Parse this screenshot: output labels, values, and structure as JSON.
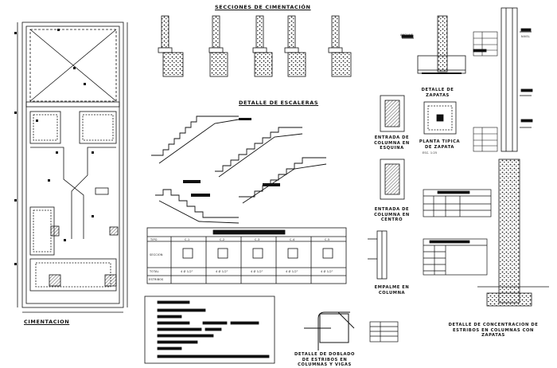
{
  "titles": {
    "secciones": "SECCIONES DE CIMENTACIÓN",
    "escaleras": "DETALLE DE ESCALERAS",
    "zapatas": "DETALLE DE ZAPATAS",
    "planta_tipica": "PLANTA TIPICA DE ZAPATA",
    "columna_esquina": "ENTRADA DE COLUMNA EN ESQUINA",
    "columna_centro": "ENTRADA DE COLUMNA EN CENTRO",
    "empalme": "EMPALME EN COLUMNA",
    "doblado": "DETALLE DE DOBLADO DE ESTRIBOS EN COLUMNAS Y VIGAS",
    "concentracion": "DETALLE DE CONCENTRACION DE ESTRIBOS EN COLUMNAS CON ZAPATAS",
    "cimentacion": "CIMENTACION"
  },
  "column_table": {
    "header_label": "TIPO",
    "row_labels": [
      "SECCION",
      "TOTAL",
      "ESTRIBOS"
    ],
    "columns": [
      "C-1",
      "C-2",
      "C-3",
      "C-4",
      "C-5"
    ],
    "totals": [
      "4 Ø 1/2\"",
      "4 Ø 1/2\"",
      "4 Ø 1/2\"",
      "4 Ø 1/2\"",
      "4 Ø 1/2\""
    ]
  },
  "small_labels": {
    "anclaje": "ANCLAJE",
    "nivel": "NIVEL",
    "escala": "ESC. 1:25"
  },
  "colors": {
    "ink": "#111111",
    "hatch": "#333333",
    "paper": "#ffffff"
  }
}
